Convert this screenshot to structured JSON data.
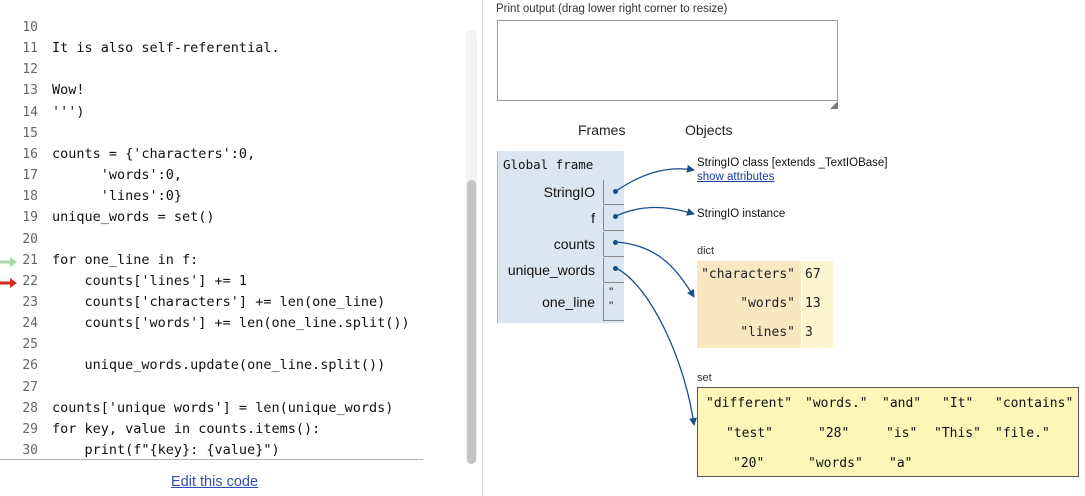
{
  "code": {
    "lines": [
      {
        "num": "10",
        "text": ""
      },
      {
        "num": "11",
        "text": "It is also self-referential."
      },
      {
        "num": "12",
        "text": ""
      },
      {
        "num": "13",
        "text": "Wow!"
      },
      {
        "num": "14",
        "text": "''')"
      },
      {
        "num": "15",
        "text": ""
      },
      {
        "num": "16",
        "text": "counts = {'characters':0,"
      },
      {
        "num": "17",
        "text": "      'words':0,"
      },
      {
        "num": "18",
        "text": "      'lines':0}"
      },
      {
        "num": "19",
        "text": "unique_words = set()"
      },
      {
        "num": "20",
        "text": ""
      },
      {
        "num": "21",
        "text": "for one_line in f:"
      },
      {
        "num": "22",
        "text": "    counts['lines'] += 1"
      },
      {
        "num": "23",
        "text": "    counts['characters'] += len(one_line)"
      },
      {
        "num": "24",
        "text": "    counts['words'] += len(one_line.split())"
      },
      {
        "num": "25",
        "text": ""
      },
      {
        "num": "26",
        "text": "    unique_words.update(one_line.split())"
      },
      {
        "num": "27",
        "text": ""
      },
      {
        "num": "28",
        "text": "counts['unique words'] = len(unique_words)"
      },
      {
        "num": "29",
        "text": "for key, value in counts.items():"
      },
      {
        "num": "30",
        "text": "    print(f\"{key}: {value}\")"
      }
    ],
    "prev_line_arrow_color": "#a6d8a6",
    "next_line_arrow_color": "#d42a1e",
    "edit_link": "Edit this code"
  },
  "print_output": {
    "label": "Print output (drag lower right corner to resize)",
    "value": ""
  },
  "headers": {
    "frames": "Frames",
    "objects": "Objects"
  },
  "global_frame": {
    "title": "Global frame",
    "variables": [
      {
        "name": "StringIO"
      },
      {
        "name": "f"
      },
      {
        "name": "counts"
      },
      {
        "name": "unique_words"
      },
      {
        "name": "one_line",
        "value_top": "\"",
        "value_bottom": "\""
      }
    ]
  },
  "objects": {
    "stringio_class": {
      "text": "StringIO class [extends _TextIOBase]",
      "link": "show attributes"
    },
    "stringio_instance": {
      "text": "StringIO instance"
    },
    "dict": {
      "label": "dict",
      "entries": [
        {
          "key": "\"characters\"",
          "value": "67"
        },
        {
          "key": "\"words\"",
          "value": "13"
        },
        {
          "key": "\"lines\"",
          "value": "3"
        }
      ]
    },
    "set": {
      "label": "set",
      "items": [
        "\"different\"",
        "\"words.\"",
        "\"and\"",
        "\"It\"",
        "\"contains\"",
        "\"test\"",
        "\"28\"",
        "\"is\"",
        "\"This\"",
        "\"file.\"",
        "\"20\"",
        "\"words\"",
        "\"a\""
      ]
    }
  },
  "colors": {
    "frame_bg": "#dbe6f3",
    "dict_key_bg": "#f7e8c2",
    "dict_val_bg": "#fdf5cf",
    "set_bg": "#fcf6b8",
    "pointer": "#1a4e8a",
    "link": "#2d4fb0"
  }
}
